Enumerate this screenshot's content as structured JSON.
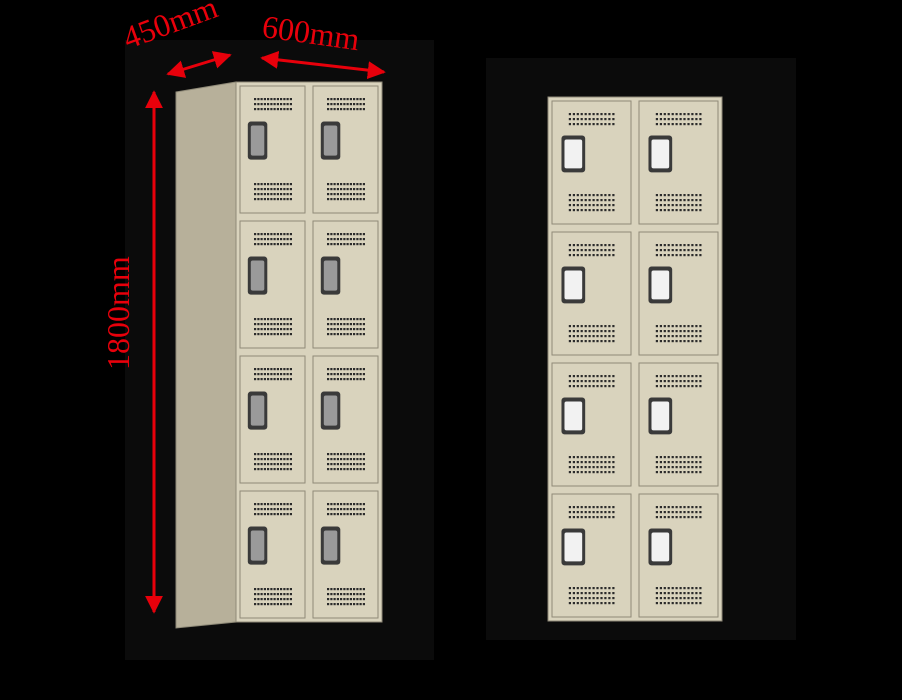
{
  "dimensions": {
    "depth": "450mm",
    "width": "600mm",
    "height": "1800mm"
  },
  "colors": {
    "background": "#000000",
    "panel": "#0b0b0b",
    "annotation": "#e8000b",
    "locker_body": "#d9d3bd",
    "locker_shadow": "#b7b09a"
  },
  "lockers": {
    "columns": 2,
    "tiers": 4
  }
}
